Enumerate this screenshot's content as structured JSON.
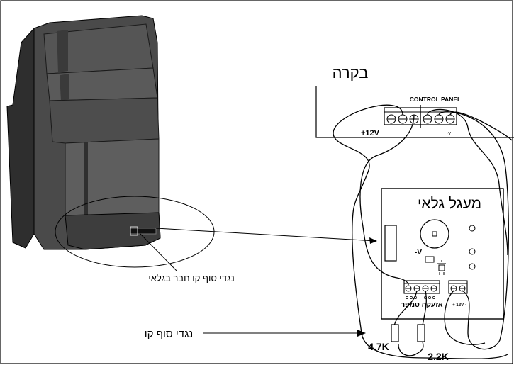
{
  "labels": {
    "ceiling": "בקרה",
    "control_panel": "CONTROL PANEL",
    "plus12v": "+12V",
    "minus_v_panel": "-v",
    "circuit_title": "מעגל גלאי",
    "minus_v_board": "-V",
    "alarm_tamper": "אזעקה טמפר",
    "board_power": "+ 12V -",
    "eol_in_detector": "נגדי סוף קו חבר בגלאי",
    "eol_resistors": "נגדי סוף קו",
    "r1": "4.7K",
    "r2": "2.2K"
  },
  "colors": {
    "line": "#000000",
    "background": "#ffffff",
    "detector_body": "#4a4a4a",
    "detector_dark": "#333333"
  }
}
